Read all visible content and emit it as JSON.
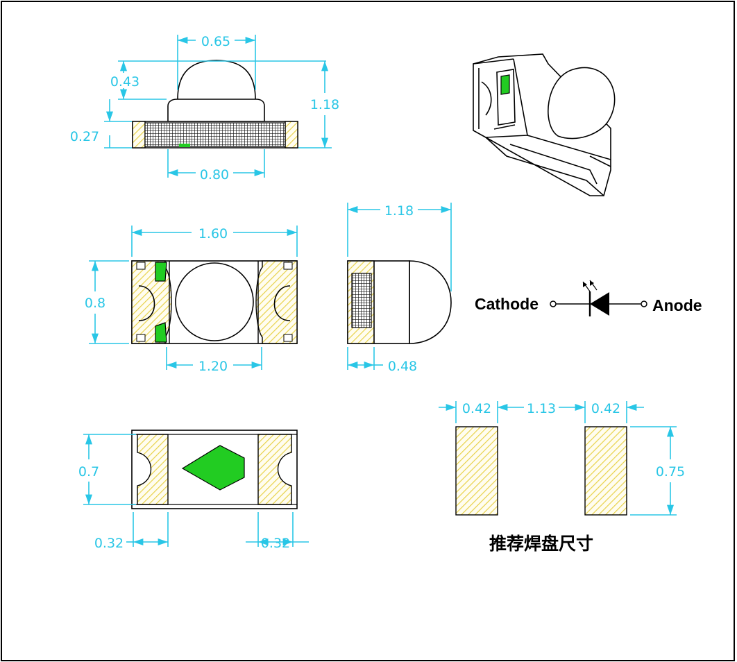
{
  "side_view": {
    "dim_dome_width": "0.65",
    "dim_dome_height": "0.43",
    "dim_total_height": "1.18",
    "dim_base_height": "0.27",
    "dim_body_width": "0.80"
  },
  "top_view": {
    "dim_length": "1.60",
    "dim_width": "0.8",
    "dim_lens_span": "1.20"
  },
  "end_view": {
    "dim_height": "1.18",
    "dim_terminal": "0.48"
  },
  "bottom_view": {
    "dim_pad_height": "0.7",
    "dim_pad_left": "0.32",
    "dim_pad_right": "0.32"
  },
  "pads": {
    "dim_pad_width_left": "0.42",
    "dim_gap": "1.13",
    "dim_pad_width_right": "0.42",
    "dim_pad_height": "0.75",
    "caption": "推荐焊盘尺寸"
  },
  "symbol": {
    "cathode_label": "Cathode",
    "anode_label": "Anode"
  },
  "colors": {
    "dimension": "#29c6e6",
    "pad_hatch": "#e8d24a",
    "marker": "#22cc22",
    "outline": "#000000"
  }
}
